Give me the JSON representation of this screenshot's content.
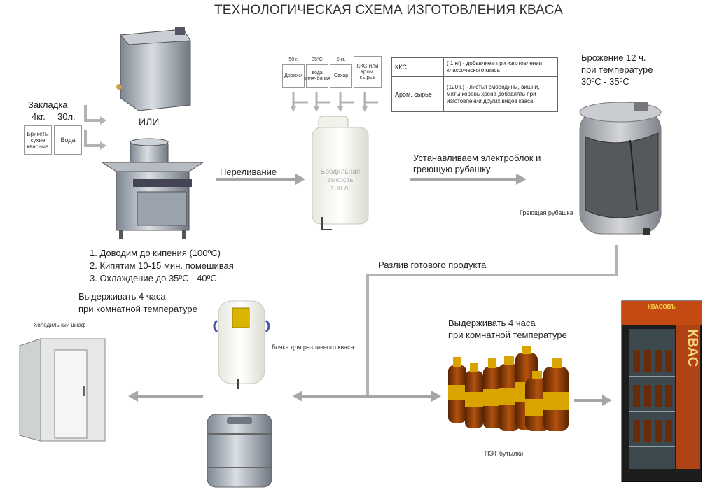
{
  "title": "ТЕХНОЛОГИЧЕСКАЯ СХЕМА ИЗГОТОВЛЕНИЯ КВАСА",
  "loading": {
    "label": "Закладка",
    "qty_briquettes": "4кг.",
    "qty_water": "30л.",
    "briquettes": "Брикеты сухие квасные",
    "water": "Вода"
  },
  "or_label": "ИЛИ",
  "pouring_label": "Переливание",
  "boiling_steps": [
    "1. Доводим до кипения (100ºС)",
    "2. Кипятим 10-15 мин. помешивая",
    "3. Охлаждение до 35ºС - 40ºС"
  ],
  "ingredients": [
    {
      "amount": "50 г.",
      "name": "Дрожжи"
    },
    {
      "amount": "35°С",
      "name": "вода кипячённая"
    },
    {
      "amount": "5 кг.",
      "name": "Сахар"
    },
    {
      "amount": "",
      "name": "ККС или аром. сырье"
    }
  ],
  "ingredients_table": [
    {
      "name": "ККС",
      "desc": "( 1 кг) - добавляем при изготовлении классического кваса"
    },
    {
      "name": "Аром. сырье",
      "desc": "(120 г.) - листья смородины, вишни, мяты,корень хрена добавлять при изготовлении других видов кваса"
    }
  ],
  "fermenter": {
    "line1": "Бродильная",
    "line2": "емкость",
    "line3": "100 л."
  },
  "install_label": "Устанавливаем электроблок и греющую рубашку",
  "fermentation": {
    "line1": "Брожение 12 ч.",
    "line2": "при температуре",
    "line3": "30ºС - 35ºС"
  },
  "heating_jacket": "Греющая рубашка",
  "dispense_label": "Разлив готового продукта",
  "hold_left": {
    "line1": "Выдерживать 4 часа",
    "line2": "при комнатной температуре"
  },
  "hold_right": {
    "line1": "Выдерживать 4 часа",
    "line2": "при комнатной температуре"
  },
  "cold_room": "Холодильный шкаф",
  "barrel_label": "Бочка для разливного кваса",
  "pet_label": "ПЭТ бутылки",
  "fridge_brand": "КВАСОВЪ",
  "fridge_text": "КВАС",
  "colors": {
    "arrow": "#a6a6a6",
    "line": "#b3b3b3",
    "steel": "#9aa3ad",
    "gold": "#d9a400",
    "amber": "#8a3d08"
  }
}
